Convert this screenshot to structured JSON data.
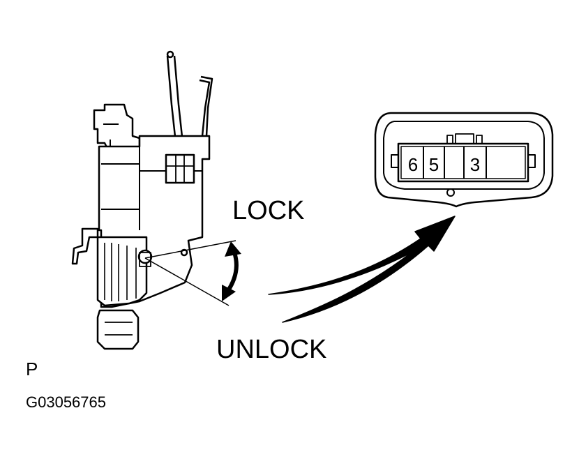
{
  "labels": {
    "lock": "LOCK",
    "unlock": "UNLOCK",
    "view": "P",
    "figure_id": "G03056765"
  },
  "connector": {
    "terminals": [
      "6",
      "5",
      "",
      "3",
      ""
    ]
  },
  "colors": {
    "line": "#000000",
    "background": "#ffffff"
  }
}
